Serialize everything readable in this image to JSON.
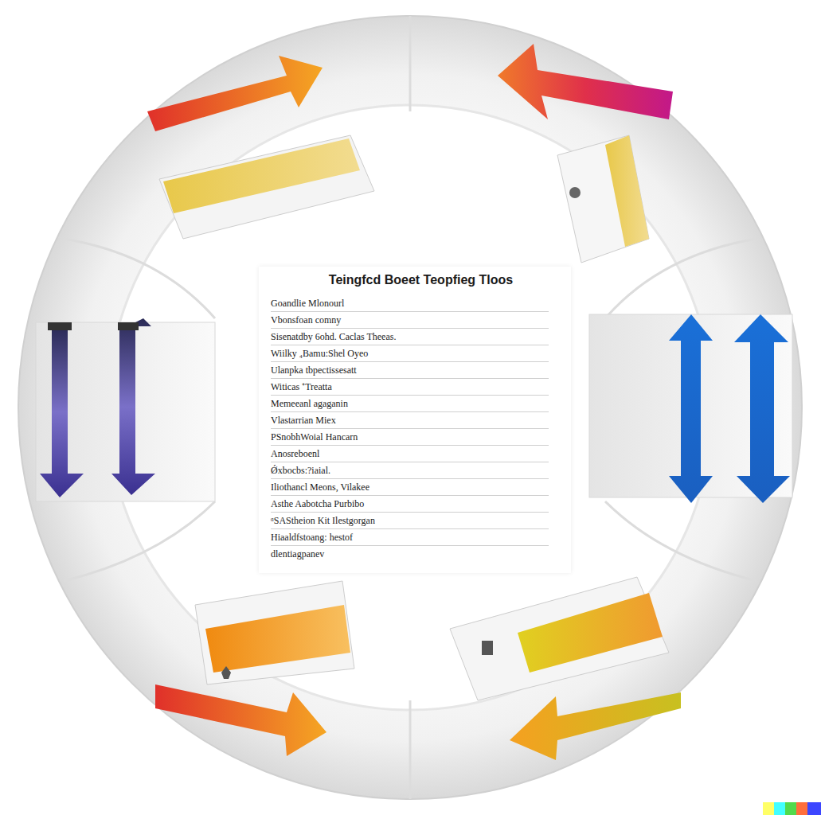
{
  "diagram": {
    "nodes": [
      {
        "text": [
          "Teingfcd Boeet Teopfieg Tloos",
          "Goandlie Mlonourl",
          "Vbonsfoan comny",
          "Sisenatdby 6ohd. Caclas Theeas.",
          "Wiilky ₄Bamu:Shel Oyeo",
          "Ulanpka tbpectissesatt",
          "Witicas ⁺Treatta",
          "Memeeanl agaganin",
          "Vlastarrian Miex",
          "PSnobhWoial Hancarn",
          "Anosreboenl",
          "Ǿxbocbs:?iaial.",
          "Iliothancl Meons, Vilakee",
          "Asthe Aabotcha Purbibo",
          "ᵅSAStheion Kit Ilestgorgan",
          "Hiaaldfstoang: hestof",
          "dlentiagpanev"
        ]
      }
    ]
  }
}
